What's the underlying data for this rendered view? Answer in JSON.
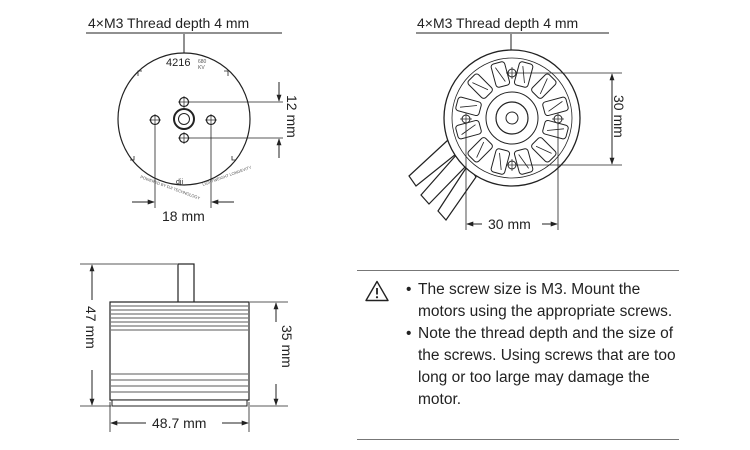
{
  "top_left_view": {
    "callout": "4×M3 Thread depth 4 mm",
    "model_label": "4216",
    "kv_label": "680\nKV",
    "vertical_dim": "12 mm",
    "horizontal_dim": "18 mm"
  },
  "top_right_view": {
    "callout": "4×M3 Thread depth 4 mm",
    "vertical_dim": "30 mm",
    "horizontal_dim": "30 mm"
  },
  "side_view": {
    "total_height_dim": "47 mm",
    "body_height_dim": "35 mm",
    "diameter_dim": "48.7 mm"
  },
  "notes": {
    "warning_icon": "warning-triangle-icon",
    "items": [
      "The screw size is M3. Mount the motors using the appropriate screws.",
      "Note the thread depth and the size of the screws. Using screws that are too long or too large may damage the motor."
    ]
  },
  "colors": {
    "line": "#222222",
    "rule": "#777777"
  }
}
